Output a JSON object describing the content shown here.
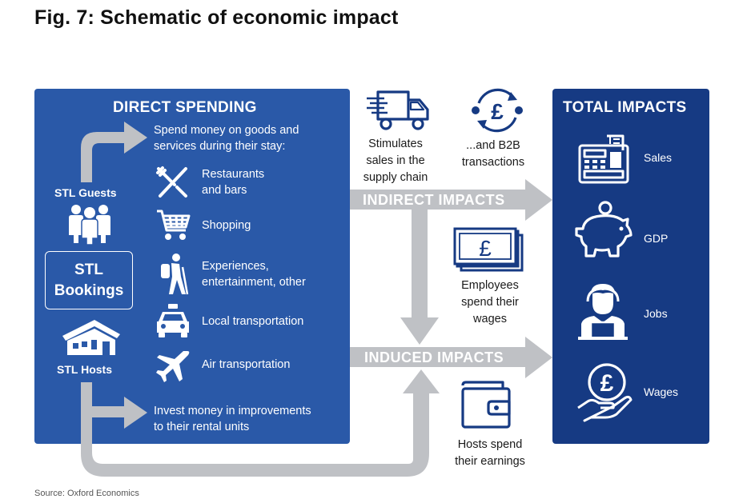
{
  "title": "Fig. 7: Schematic of economic impact",
  "source": "Source: Oxford Economics",
  "direct": {
    "title": "DIRECT SPENDING",
    "guests_label": "STL Guests",
    "bookings_line1": "STL",
    "bookings_line2": "Bookings",
    "hosts_label": "STL Hosts",
    "spend_line1": "Spend money on goods and",
    "spend_line2": "services during their stay:",
    "items": [
      {
        "icon": "fork-knife-icon",
        "line1": "Restaurants",
        "line2": "and bars"
      },
      {
        "icon": "shopping-cart-icon",
        "line1": "Shopping",
        "line2": ""
      },
      {
        "icon": "hiker-icon",
        "line1": "Experiences,",
        "line2": "entertainment, other"
      },
      {
        "icon": "taxi-icon",
        "line1": "Local transportation",
        "line2": ""
      },
      {
        "icon": "airplane-icon",
        "line1": "Air transportation",
        "line2": ""
      }
    ],
    "invest_line1": "Invest money in improvements",
    "invest_line2": "to their rental units"
  },
  "indirect": {
    "label": "INDIRECT IMPACTS",
    "supply_line1": "Stimulates",
    "supply_line2": "sales in the",
    "supply_line3": "supply chain",
    "b2b_line1": "...and B2B",
    "b2b_line2": "transactions",
    "employees_line1": "Employees",
    "employees_line2": "spend their",
    "employees_line3": "wages"
  },
  "induced": {
    "label": "INDUCED IMPACTS",
    "hosts_line1": "Hosts spend",
    "hosts_line2": "their earnings"
  },
  "total": {
    "title": "TOTAL IMPACTS",
    "items": [
      {
        "icon": "cash-register-icon",
        "label": "Sales"
      },
      {
        "icon": "piggy-bank-icon",
        "label": "GDP"
      },
      {
        "icon": "worker-icon",
        "label": "Jobs"
      },
      {
        "icon": "pound-hand-icon",
        "label": "Wages"
      }
    ]
  },
  "colors": {
    "direct_panel": "#2a59a8",
    "total_panel": "#163a83",
    "arrow_gray": "#bfc1c5",
    "icon_navy": "#163a83"
  }
}
